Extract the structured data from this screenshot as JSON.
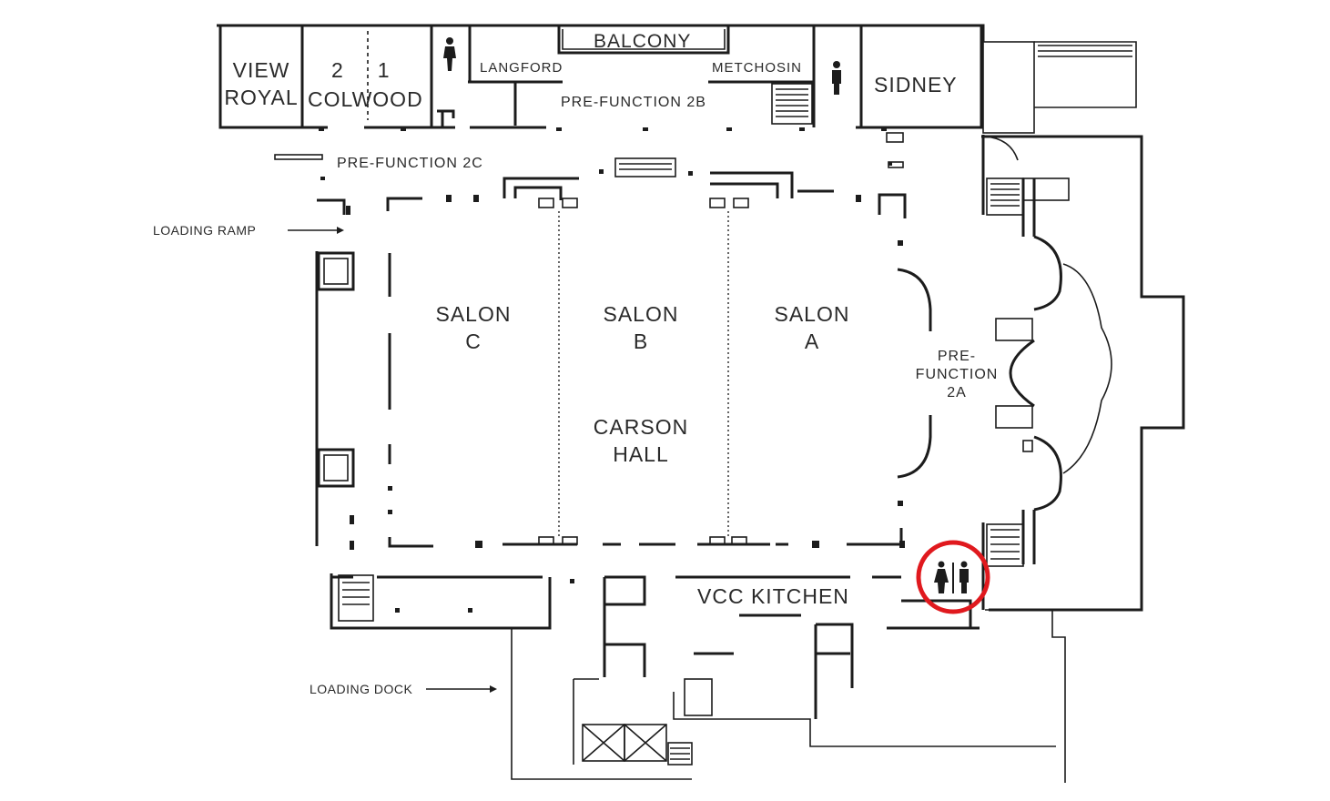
{
  "rooms": {
    "view_royal": "VIEW\nROYAL",
    "colwood_numbers": "2     1",
    "colwood": "COLWOOD",
    "balcony": "BALCONY",
    "langford": "LANGFORD",
    "metchosin": "METCHOSIN",
    "sidney": "SIDNEY",
    "prefunction_2b": "PRE-FUNCTION 2B",
    "prefunction_2c": "PRE-FUNCTION 2C",
    "salon_c": "SALON\nC",
    "salon_b": "SALON\nB",
    "salon_a": "SALON\nA",
    "carson_hall": "CARSON\nHALL",
    "prefunction_2a": "PRE-\nFUNCTION\n2A",
    "vcc_kitchen": "VCC KITCHEN"
  },
  "callouts": {
    "loading_ramp": "LOADING RAMP",
    "loading_dock": "LOADING DOCK"
  },
  "icons": {
    "restroom_top_left": "person-icon",
    "restroom_top_right": "person-icon",
    "restroom_highlighted": "restroom-icon"
  },
  "colors": {
    "highlight": "#e0191e",
    "walls": "#1c1c1c"
  }
}
